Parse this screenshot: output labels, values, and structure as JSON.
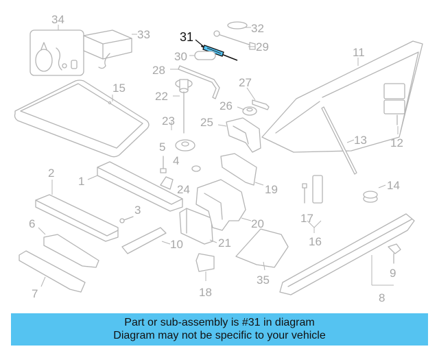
{
  "diagram": {
    "highlighted_part": "31",
    "highlight_color": "#55c3f1",
    "callouts": {
      "c1": "1",
      "c2": "2",
      "c3": "3",
      "c4": "4",
      "c5": "5",
      "c6": "6",
      "c7": "7",
      "c8": "8",
      "c9": "9",
      "c10": "10",
      "c11": "11",
      "c12": "12",
      "c13": "13",
      "c14": "14",
      "c15": "15",
      "c16": "16",
      "c17": "17",
      "c18": "18",
      "c19": "19",
      "c20": "20",
      "c21": "21",
      "c22": "22",
      "c23": "23",
      "c24": "24",
      "c25": "25",
      "c26": "26",
      "c27": "27",
      "c28": "28",
      "c29": "29",
      "c30": "30",
      "c31": "31",
      "c32": "32",
      "c33": "33",
      "c34": "34",
      "c35": "35"
    }
  },
  "banner": {
    "line1": "Part or sub-assembly is #31 in diagram",
    "line2": "Diagram may not be specific to your vehicle",
    "background": "#55c3f1"
  }
}
